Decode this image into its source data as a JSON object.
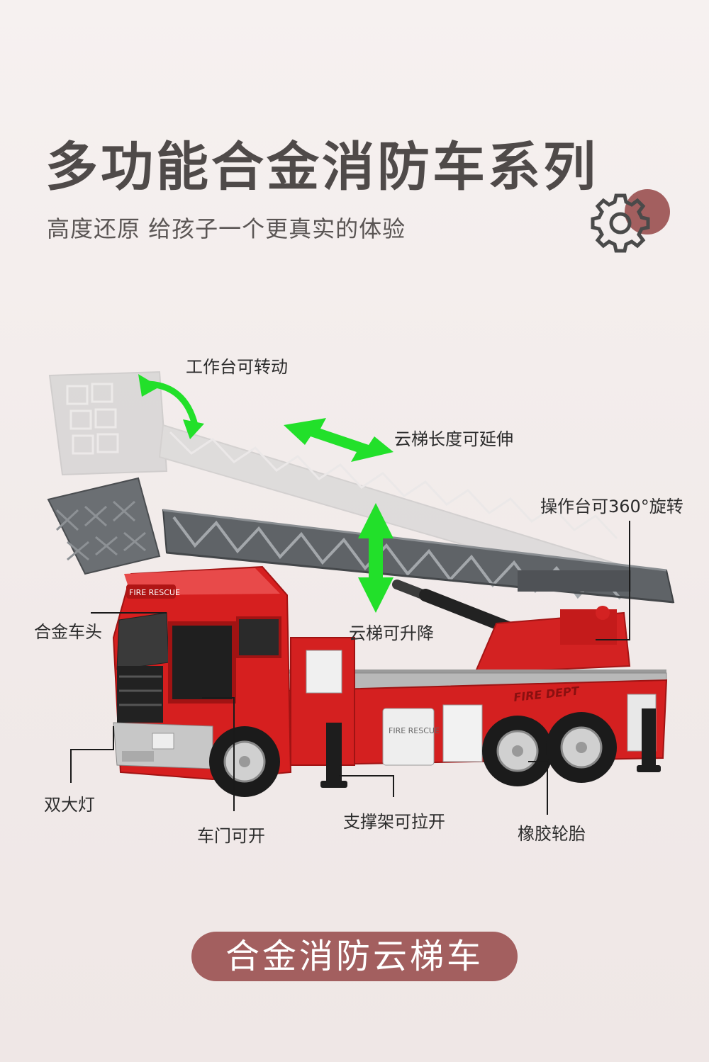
{
  "header": {
    "title": "多功能合金消防车系列",
    "subtitle": "高度还原  给孩子一个更真实的体验"
  },
  "decor": {
    "icon": "gear-icon",
    "accent_color": "#a35f5f"
  },
  "callouts": {
    "platform_rotate": "工作台可转动",
    "ladder_extend": "云梯长度可延伸",
    "console_rotate": "操作台可360°旋转",
    "alloy_cab": "合金车头",
    "ladder_raise": "云梯可升降",
    "dual_lights": "双大灯",
    "door_open": "车门可开",
    "outrigger": "支撑架可拉开",
    "rubber_tires": "橡胶轮胎"
  },
  "truck": {
    "cab_label": "FIRE RESCUE",
    "side_label": "FIRE DEPT",
    "emblem": "FIRE RESCUE"
  },
  "footer": {
    "badge_text": "合金消防云梯车"
  }
}
